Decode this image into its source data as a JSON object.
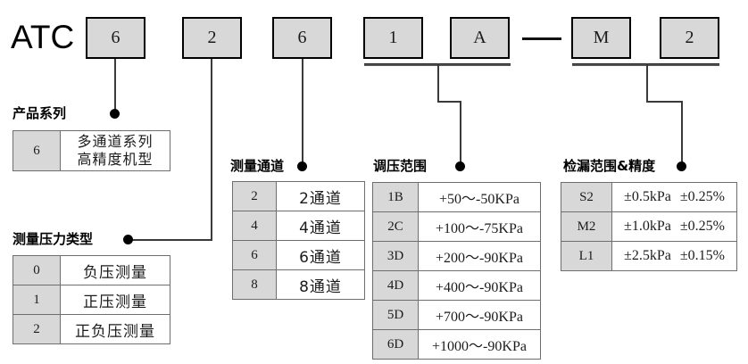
{
  "diagram": {
    "brand": "ATC",
    "separator": "—",
    "code_boxes": [
      {
        "name": "series",
        "value": "6"
      },
      {
        "name": "pressure-type",
        "value": "2"
      },
      {
        "name": "channels",
        "value": "6"
      },
      {
        "name": "pressure-range",
        "value": "1"
      },
      {
        "name": "pressure-range-suffix",
        "value": "A"
      },
      {
        "name": "leak-range",
        "value": "M"
      },
      {
        "name": "leak-accuracy",
        "value": "2"
      }
    ],
    "sections": [
      {
        "id": "product-series",
        "caption": "产品系列",
        "rows": [
          {
            "key": "6",
            "value": "多通道系列\n高精度机型",
            "line1": "多通道系列",
            "line2": "高精度机型"
          }
        ]
      },
      {
        "id": "pressure-type",
        "caption": "测量压力类型",
        "rows": [
          {
            "key": "0",
            "value": "负压测量"
          },
          {
            "key": "1",
            "value": "正压测量"
          },
          {
            "key": "2",
            "value": "正负压测量"
          }
        ]
      },
      {
        "id": "measure-channel",
        "caption": "测量通道",
        "rows": [
          {
            "key": "2",
            "value": "2通道"
          },
          {
            "key": "4",
            "value": "4通道"
          },
          {
            "key": "6",
            "value": "6通道"
          },
          {
            "key": "8",
            "value": "8通道"
          }
        ]
      },
      {
        "id": "pressure-range",
        "caption": "调压范围",
        "rows": [
          {
            "key": "1B",
            "value": "+50～-50KPa"
          },
          {
            "key": "2C",
            "value": "+100～-75KPa"
          },
          {
            "key": "3D",
            "value": "+200～-90KPa"
          },
          {
            "key": "4D",
            "value": "+400～-90KPa"
          },
          {
            "key": "5D",
            "value": "+700～-90KPa"
          },
          {
            "key": "6D",
            "value": "+1000～-90KPa"
          }
        ]
      },
      {
        "id": "leak-range-accuracy",
        "caption": "检漏范围&精度",
        "rows": [
          {
            "key": "S2",
            "range": "±0.5kPa",
            "accuracy": "±0.25%"
          },
          {
            "key": "M2",
            "range": "±1.0kPa",
            "accuracy": "±0.25%"
          },
          {
            "key": "L1",
            "range": "±2.5kPa",
            "accuracy": "±0.15%"
          }
        ]
      }
    ],
    "colors": {
      "box_fill": "#d8d8d8",
      "box_border": "#000000",
      "table_border": "#6e6e6e",
      "line": "#3a3a3a",
      "text": "#000000",
      "background": "#ffffff"
    }
  }
}
